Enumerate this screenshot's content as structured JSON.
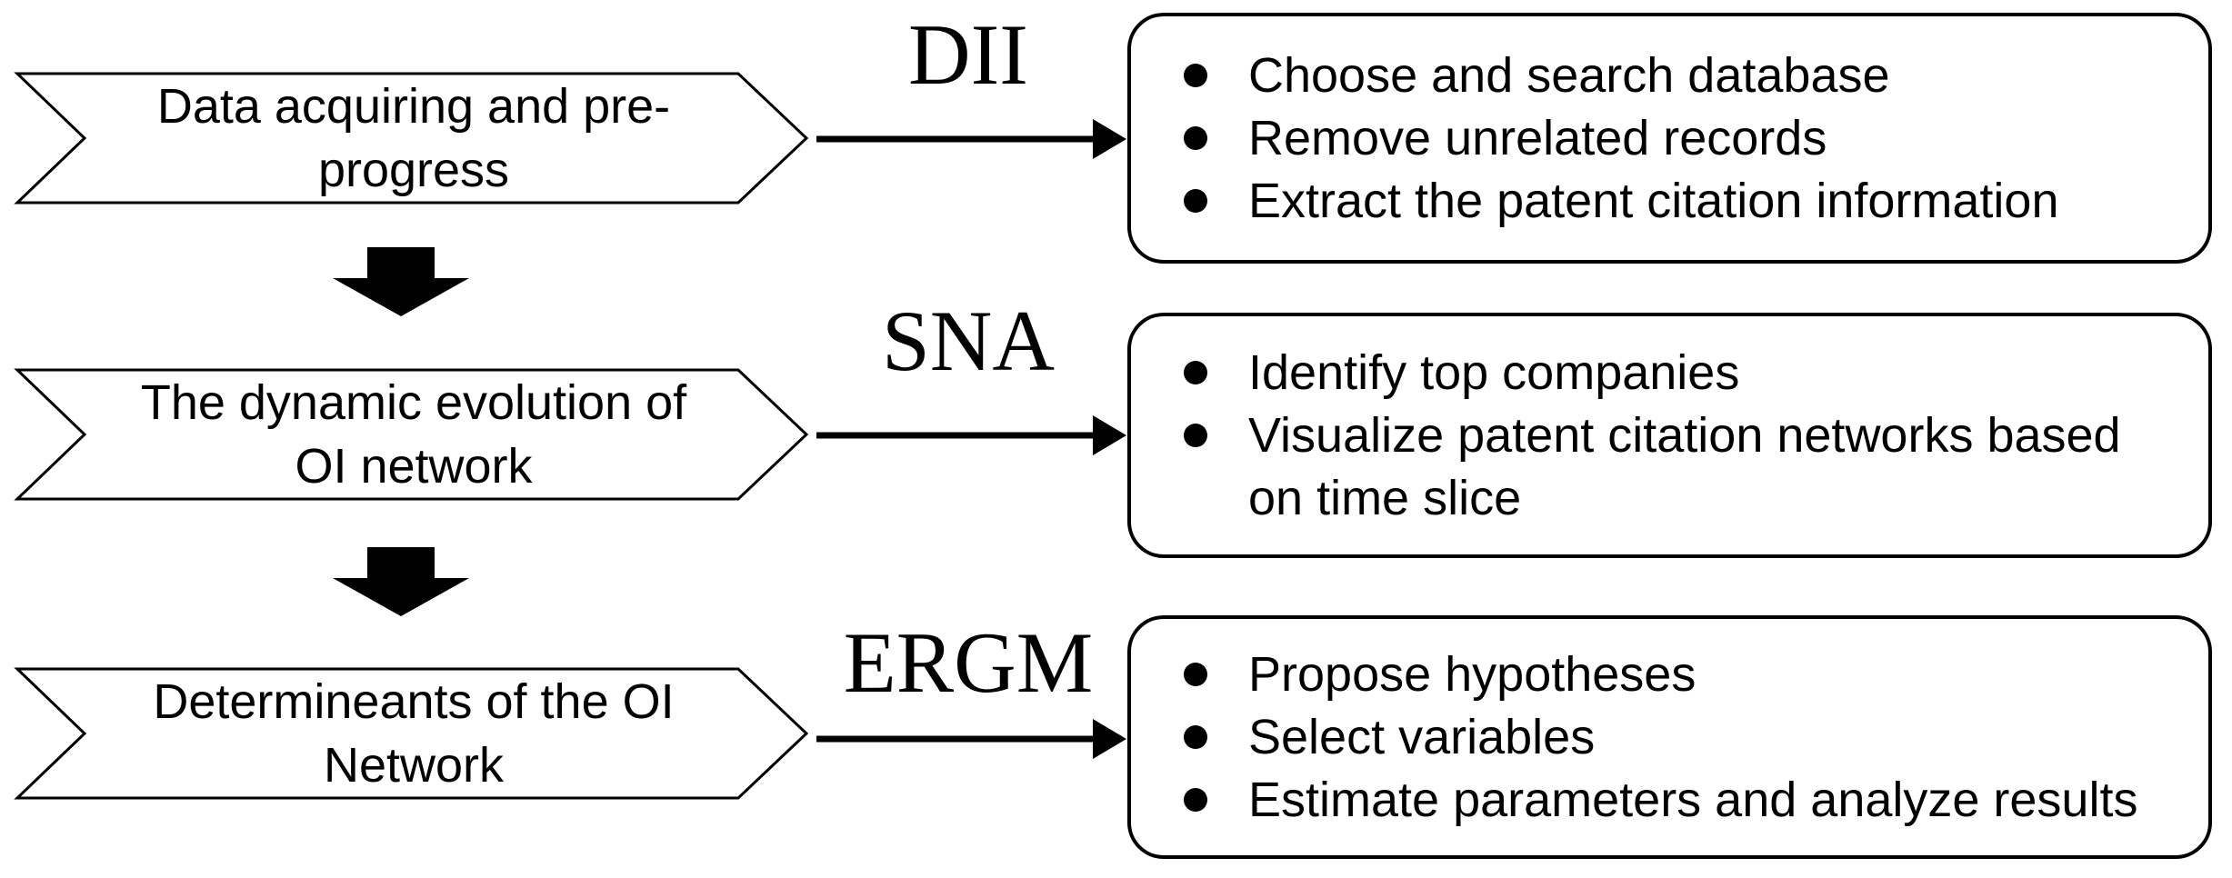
{
  "diagram": {
    "title_hint": "Research methodology flow diagram",
    "colors": {
      "ink": "#000000",
      "background": "#ffffff"
    },
    "rows": [
      {
        "step": {
          "line1": "Data acquiring and pre-",
          "line2": "progress"
        },
        "method": "DII",
        "tasks": [
          {
            "bullet": true,
            "text": "Choose and search database"
          },
          {
            "bullet": true,
            "text": "Remove unrelated records"
          },
          {
            "bullet": true,
            "text": "Extract the patent citation information"
          }
        ]
      },
      {
        "step": {
          "line1": "The dynamic evolution of",
          "line2": "OI network"
        },
        "method": "SNA",
        "tasks": [
          {
            "bullet": true,
            "text": "Identify top companies"
          },
          {
            "bullet": true,
            "text": "Visualize patent citation networks based"
          },
          {
            "bullet": false,
            "text": "on time slice"
          }
        ]
      },
      {
        "step": {
          "line1": "Determineants of the OI",
          "line2": "Network"
        },
        "method": "ERGM",
        "tasks": [
          {
            "bullet": true,
            "text": "Propose hypotheses"
          },
          {
            "bullet": true,
            "text": "Select variables"
          },
          {
            "bullet": true,
            "text": "Estimate parameters and analyze results"
          }
        ]
      }
    ]
  }
}
